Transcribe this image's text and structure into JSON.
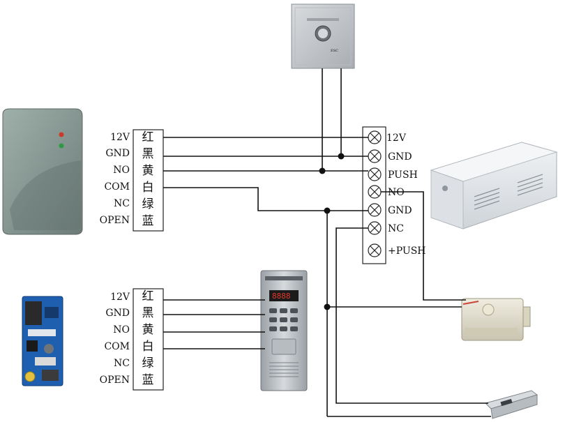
{
  "reader_labels": [
    "12V",
    "GND",
    "NO",
    "COM",
    "NC",
    "OPEN"
  ],
  "reader_colors_cn": [
    "红",
    "黑",
    "黄",
    "白",
    "绿",
    "蓝"
  ],
  "keypad_labels": [
    "12V",
    "GND",
    "NO",
    "COM",
    "NC",
    "OPEN"
  ],
  "keypad_colors_cn": [
    "红",
    "黑",
    "黄",
    "白",
    "绿",
    "蓝"
  ],
  "power_terminals": [
    "12V",
    "GND",
    "PUSH",
    "NO",
    "GND",
    "NC",
    "+PUSH"
  ],
  "exit_button": {
    "face_text": "ESC"
  },
  "keypad_panel": {
    "display_text": "8888"
  },
  "colors": {
    "reader_body": "#7f8f8a",
    "power_box": "#e6e9ec",
    "lock_body": "#dcd9c8",
    "panel_body": "#c2c7cc",
    "wire": "#111111"
  },
  "icons": {
    "exit_button": "exit-push-button-icon",
    "card_reader": "card-reader-icon",
    "controller_board": "controller-board-icon",
    "keypad_panel": "access-keypad-icon",
    "power_supply": "power-supply-box-icon",
    "electric_lock": "electric-lock-icon",
    "strike_lock": "electric-strike-icon"
  }
}
